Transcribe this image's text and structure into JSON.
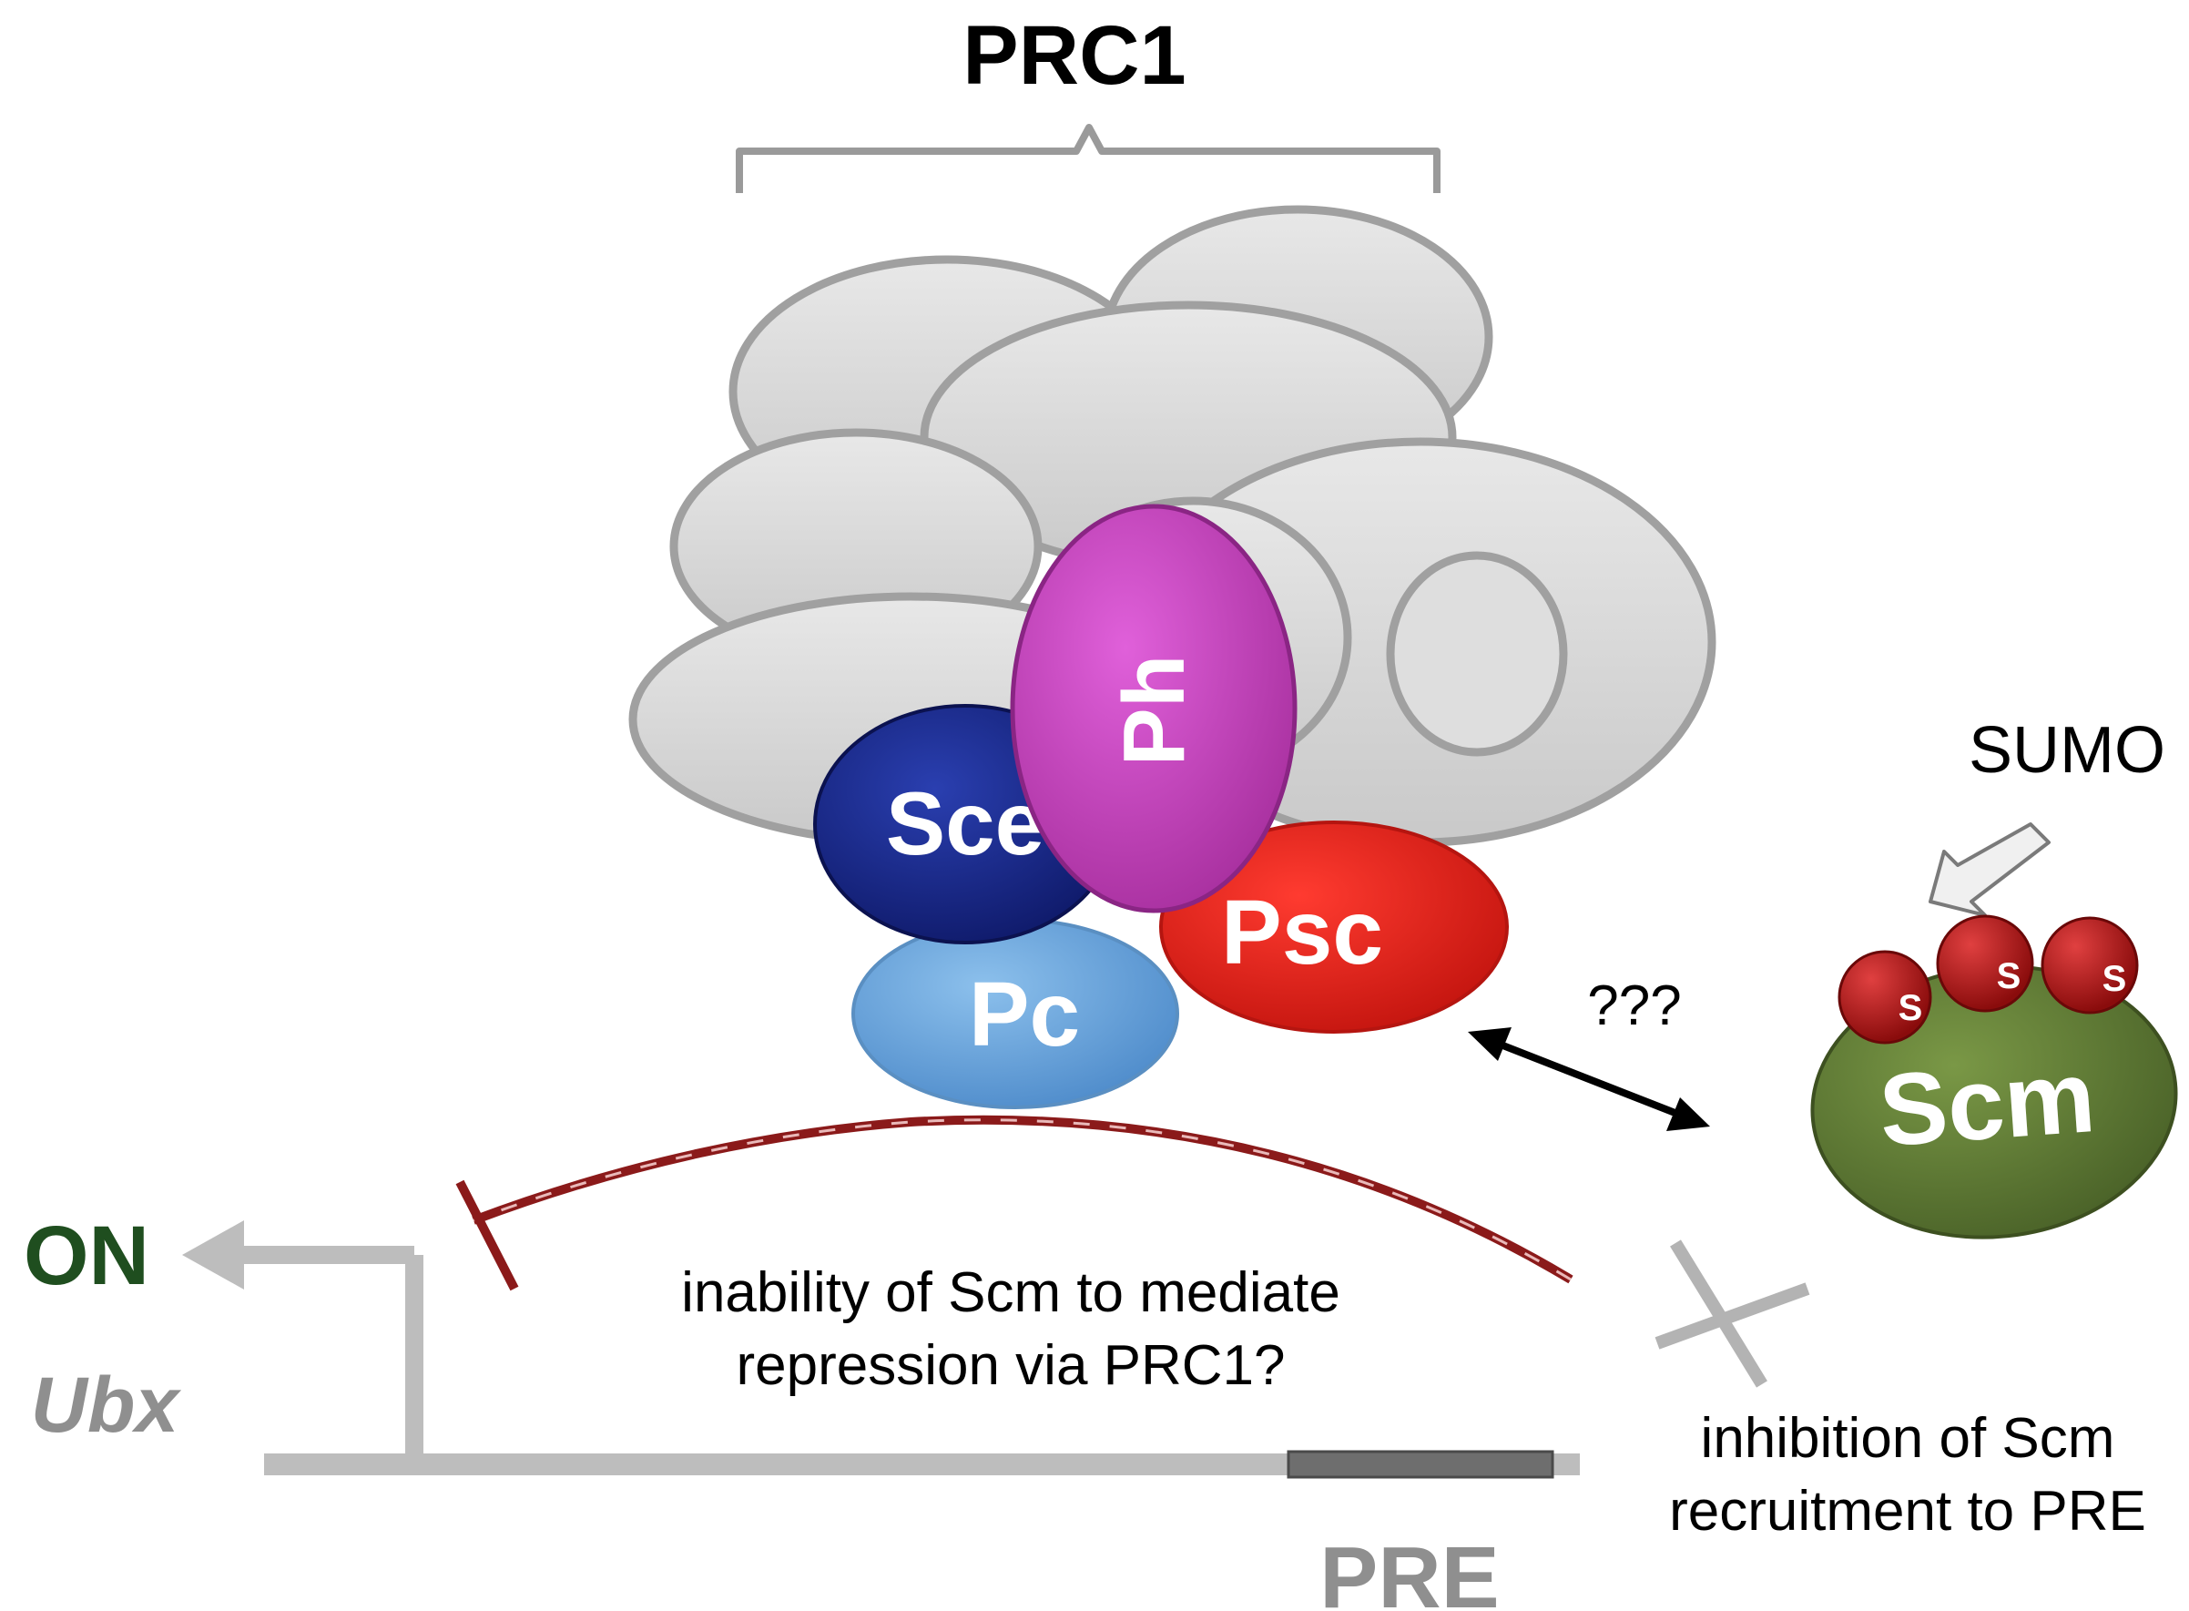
{
  "complex": {
    "title": "PRC1",
    "subunits": {
      "ph": "Ph",
      "sce": "Sce",
      "psc": "Psc",
      "pc": "Pc"
    }
  },
  "scm": {
    "label": "Scm",
    "sumo_label": "SUMO",
    "sumo_marks": [
      "S",
      "S",
      "S"
    ],
    "interaction_label": "???"
  },
  "gene": {
    "state": "ON",
    "name": "Ubx",
    "element": "PRE"
  },
  "annotations": {
    "repression_line1": "inability of Scm to mediate",
    "repression_line2": "repression via PRC1?",
    "recruitment_line1": "inhibition of Scm",
    "recruitment_line2": "recruitment to PRE"
  },
  "colors": {
    "ph": "#c63fc0",
    "sce": "#1a2a8c",
    "psc": "#e8231c",
    "pc": "#6fa8dc",
    "scm": "#5e7a34",
    "sumo": "#a31010",
    "on_text": "#1f4e1f",
    "gray_text": "#8f8f8f",
    "inhibition_line": "#8b1a1a"
  }
}
